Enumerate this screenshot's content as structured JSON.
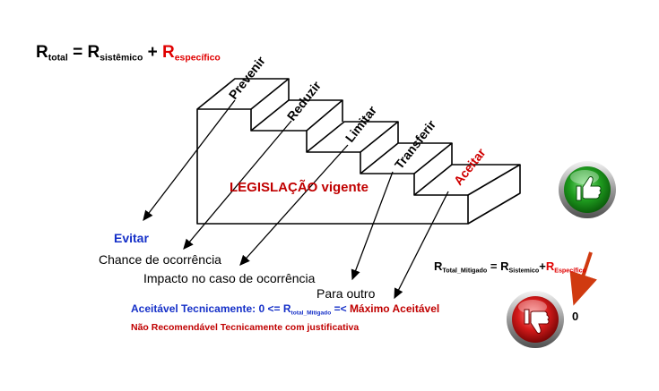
{
  "formula_top": {
    "r": "R",
    "total_sub": "total",
    "equals": "=",
    "r2": "R",
    "sistemico_sub": "sistêmico",
    "plus": "+",
    "r3": "R",
    "especifico_sub": "específico"
  },
  "steps": [
    {
      "label": "Prevenir",
      "color": "#000000"
    },
    {
      "label": "Reduzir",
      "color": "#000000"
    },
    {
      "label": "Limitar",
      "color": "#000000"
    },
    {
      "label": "Transferir",
      "color": "#000000"
    },
    {
      "label": "Aceitar",
      "color": "#d00000"
    }
  ],
  "legislacao": "LEGISLAÇÃO vigente",
  "outcomes": {
    "evitar": "Evitar",
    "chance": "Chance de ocorrência",
    "impacto": "Impacto no caso de ocorrência",
    "para_outro": "Para outro"
  },
  "aceitavel": {
    "prefix": "Aceitável Tecnicamente: 0 <= R",
    "sub": "total_Mitigado",
    "suffix": "=<",
    "max": "Máximo Aceitável"
  },
  "nao_recomendavel": "Não Recomendável Tecnicamente com justificativa",
  "formula_mitigado": {
    "r": "R",
    "total_sub": "Total_Mitigado",
    "equals": "=",
    "r2": "R",
    "sistemico_sub": "Sistemico",
    "plus": "+",
    "r3": "R",
    "especifico_sub": "Específico"
  },
  "zero_label": "0",
  "colors": {
    "red": "#e00000",
    "blue": "#1530c8",
    "green_button": "#22a822",
    "red_button": "#cc1010"
  },
  "icons": [
    "thumbs-up-icon",
    "thumbs-down-icon",
    "arrow-icon"
  ]
}
